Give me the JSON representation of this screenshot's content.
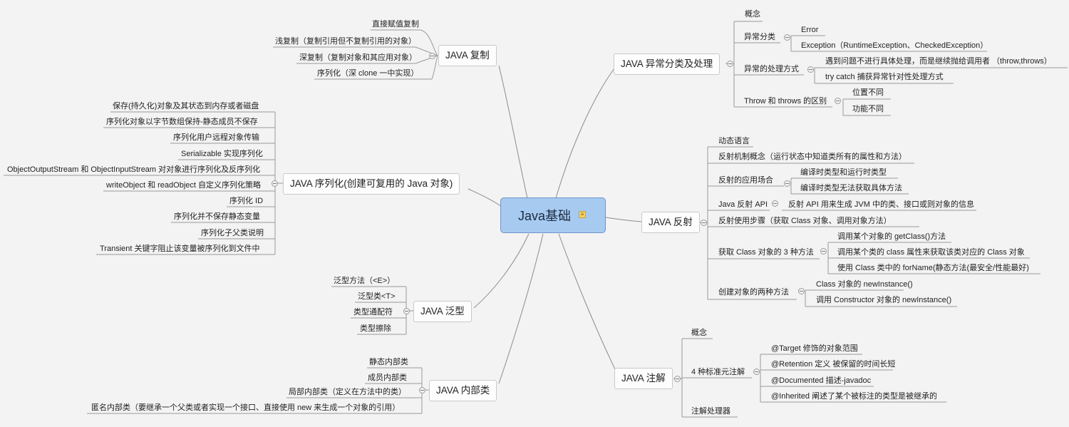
{
  "root": {
    "title": "Java基础",
    "note_icon": "note-icon"
  },
  "topics": {
    "copy": "JAVA 复制",
    "serial": "JAVA 序列化(创建可复用的 Java 对象)",
    "generic": "JAVA 泛型",
    "inner": "JAVA 内部类",
    "exception": "JAVA 异常分类及处理",
    "reflect": "JAVA 反射",
    "annotation": "JAVA 注解"
  },
  "copy_items": [
    "直接赋值复制",
    "浅复制（复制引用但不复制引用的对象）",
    "深复制（复制对象和其应用对象）",
    "序列化（深 clone 一中实现）"
  ],
  "serial_items": [
    "保存(持久化)对象及其状态到内存或者磁盘",
    "序列化对象以字节数组保持-静态成员不保存",
    "序列化用户远程对象传输",
    "Serializable 实现序列化",
    "ObjectOutputStream 和 ObjectInputStream 对对象进行序列化及反序列化",
    "writeObject 和 readObject 自定义序列化策略",
    "序列化 ID",
    "序列化并不保存静态变量",
    "序列化子父类说明",
    "Transient 关键字阻止该变量被序列化到文件中"
  ],
  "generic_items": [
    "泛型方法（<E>）",
    "泛型类<T>",
    "类型通配符",
    "类型擦除"
  ],
  "inner_items": [
    "静态内部类",
    "成员内部类",
    "局部内部类（定义在方法中的类）",
    "匿名内部类（要继承一个父类或者实现一个接口、直接使用 new 来生成一个对象的引用）"
  ],
  "exception": {
    "concept": "概念",
    "types": "异常分类",
    "types_items": [
      "Error",
      "Exception（RuntimeException、CheckedException）"
    ],
    "handling": "异常的处理方式",
    "handling_items": [
      "遇到问题不进行具体处理，而是继续抛给调用者 （throw,throws）",
      "try catch 捕获异常针对性处理方式"
    ],
    "diff": "Throw 和 throws 的区别",
    "diff_items": [
      "位置不同",
      "功能不同"
    ]
  },
  "reflect": {
    "dynamic": "动态语言",
    "concept": "反射机制概念（运行状态中知道类所有的属性和方法）",
    "usage": "反射的应用场合",
    "usage_items": [
      "编译时类型和运行时类型",
      "编译时类型无法获取具体方法"
    ],
    "api": "Java 反射 API",
    "api_item": "反射 API 用来生成 JVM 中的类、接口或则对象的信息",
    "steps": "反射使用步骤（获取 Class 对象、调用对象方法）",
    "getclass": "获取 Class 对象的 3 种方法",
    "getclass_items": [
      "调用某个对象的 getClass()方法",
      "调用某个类的 class 属性来获取该类对应的 Class 对象",
      "使用 Class 类中的 forName(静态方法(最安全/性能最好)"
    ],
    "create": "创建对象的两种方法",
    "create_items": [
      "Class 对象的 newInstance()",
      "调用 Constructor 对象的 newInstance()"
    ]
  },
  "annotation": {
    "concept": "概念",
    "meta": "4 种标准元注解",
    "meta_items": [
      "@Target 修饰的对象范围",
      "@Retention 定义 被保留的时间长短",
      "@Documented 描述-javadoc",
      "@Inherited 阐述了某个被标注的类型是被继承的"
    ],
    "processor": "注解处理器"
  },
  "colors": {
    "root_fill": "#a7caf0",
    "root_border": "#6f95c8",
    "line": "#8a8a8a",
    "background": "#f3f3f3"
  }
}
